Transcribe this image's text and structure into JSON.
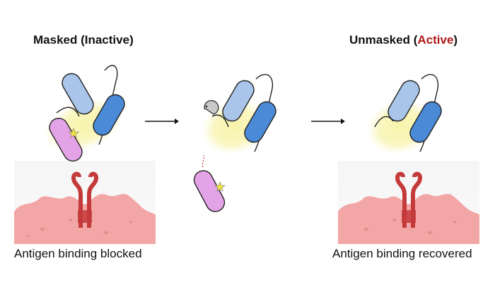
{
  "panels": [
    {
      "id": "masked",
      "title_main": "Masked (",
      "title_accent": "Inactive",
      "title_end": ")",
      "caption": "Antigen binding blocked"
    },
    {
      "id": "cleaved",
      "title_main": "",
      "title_accent": "",
      "title_end": "",
      "caption": ""
    },
    {
      "id": "unmasked",
      "title_main": "Unmasked (",
      "title_accent": "Active",
      "title_end": ")",
      "caption": "Antigen binding recovered"
    }
  ],
  "colors": {
    "accent_active": "#b01818",
    "light_blue": "#a9c5ea",
    "dark_blue": "#4a8ad6",
    "mask_pink": "#e3a3e6",
    "glow_yellow": "#f7f3a6",
    "cell_pink": "#f3a6a6",
    "receptor_red": "#c43a3a",
    "protease_gray": "#c9c9c9",
    "star_yellow": "#f2e244"
  },
  "icons": [
    "arrow-right-icon",
    "protease-icon",
    "star-icon",
    "receptor-icon"
  ]
}
